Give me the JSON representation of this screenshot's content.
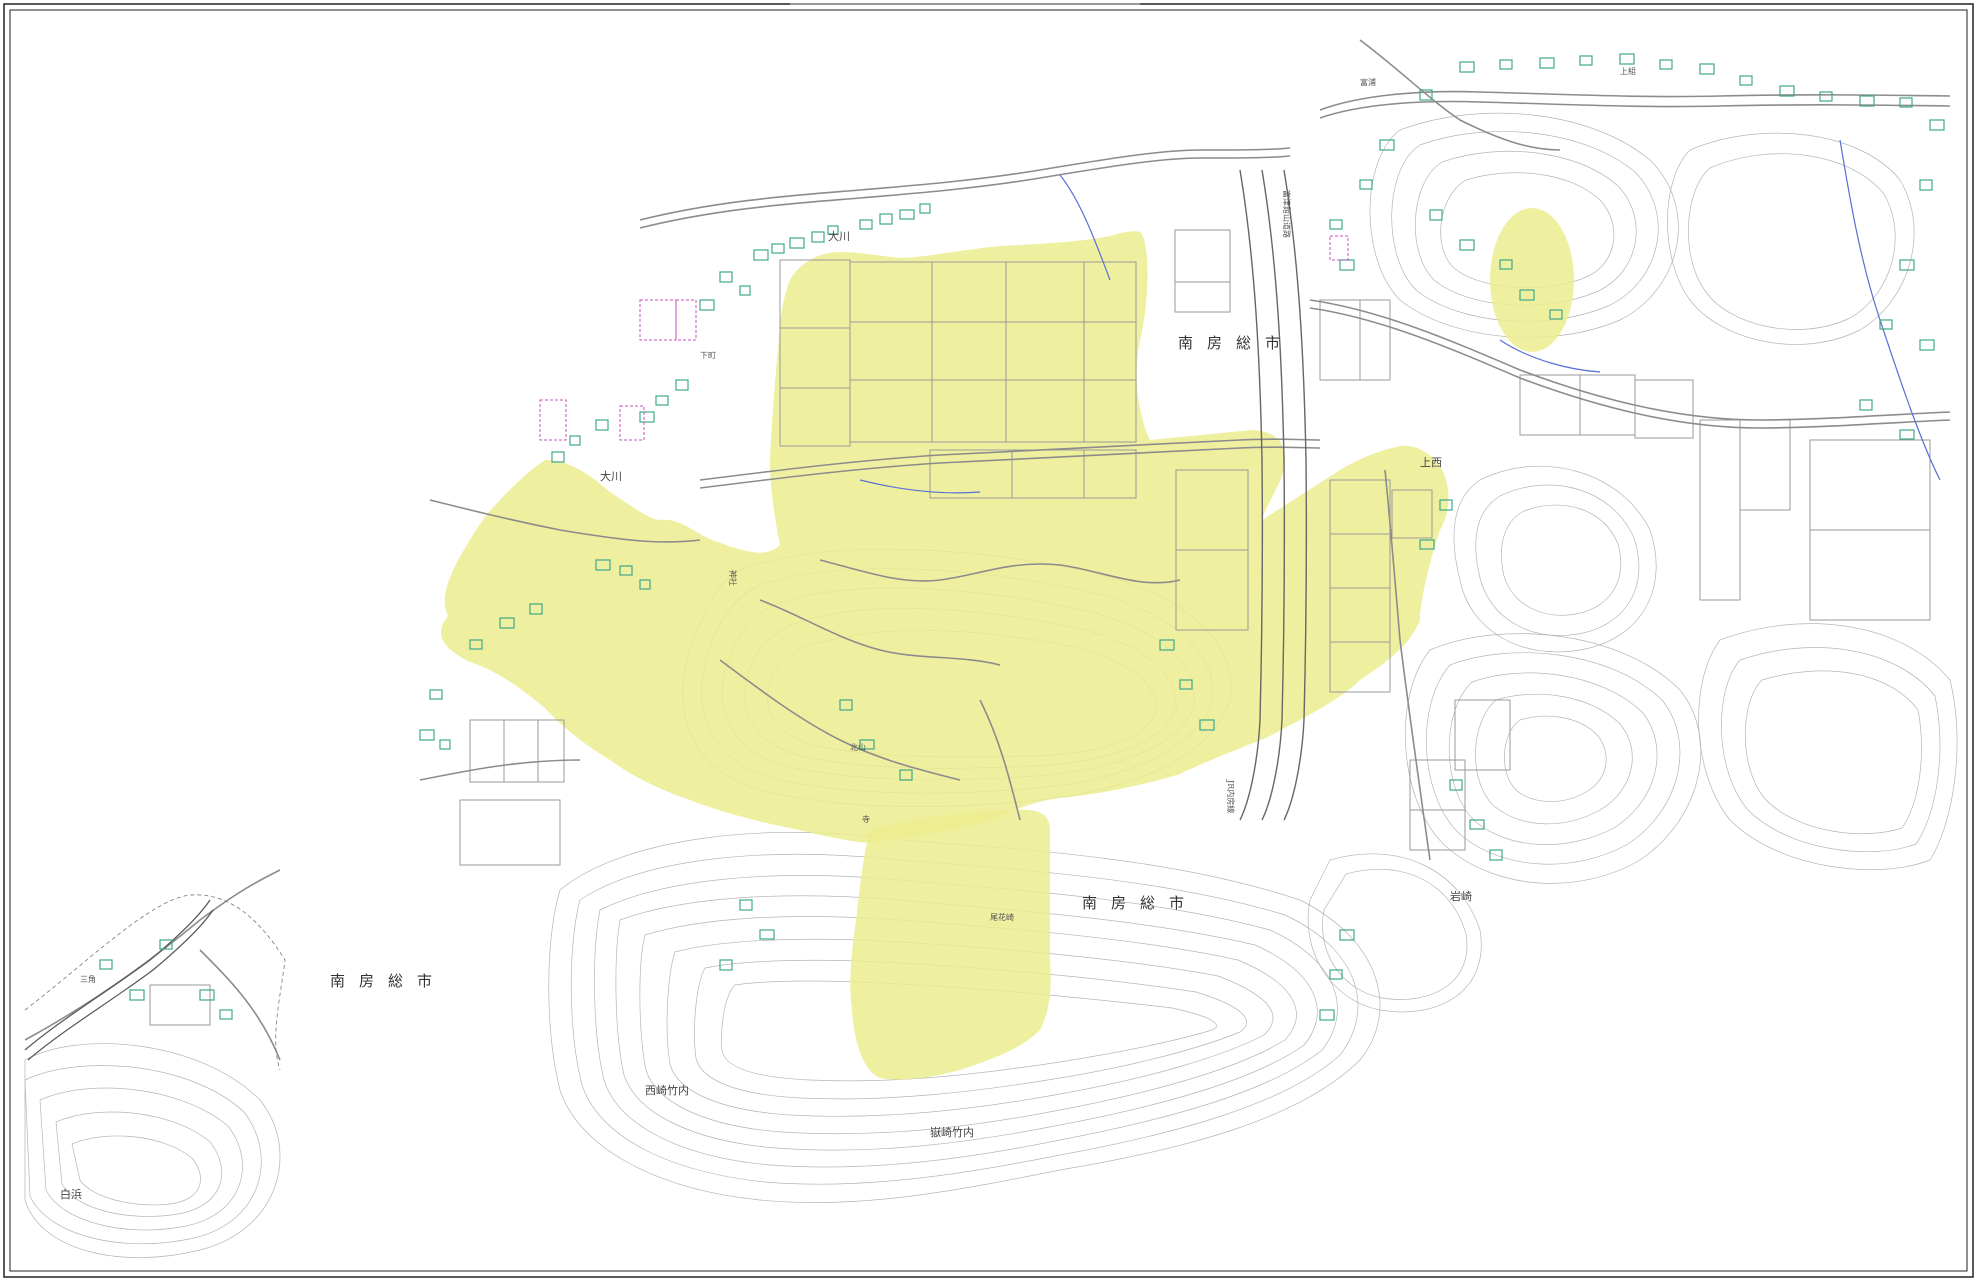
{
  "map": {
    "title": "",
    "colors": {
      "highlight": "#ecec8f",
      "road": "#8b8b8b",
      "contour": "#b0b0b0",
      "building": "#3fa88a",
      "water": "#5a6fd6",
      "parcel": "#c050b8",
      "frame": "#222222"
    },
    "labels": {
      "city_upper": "南房総市",
      "city_middle": "南房総市",
      "city_left": "南房総市",
      "okawa_upper": "大川",
      "okawa_middle": "大川",
      "kuzumi_left": "白浜",
      "nishizaki_takeuchi": "西崎竹内",
      "takesaki_takeuchi": "嶽崎竹内",
      "kaminishi": "上西",
      "iwasaki": "岩崎",
      "ohanazaki": "尾花崎",
      "kitayama": "北山",
      "tomiura": "富浦",
      "mitsu": "三角",
      "aza_shimo": "下町",
      "aza_kami": "上組",
      "road_label": "富津館山道路",
      "railway_label": "JR内房線",
      "shrine_label": "神社",
      "temple_label": "寺"
    }
  }
}
